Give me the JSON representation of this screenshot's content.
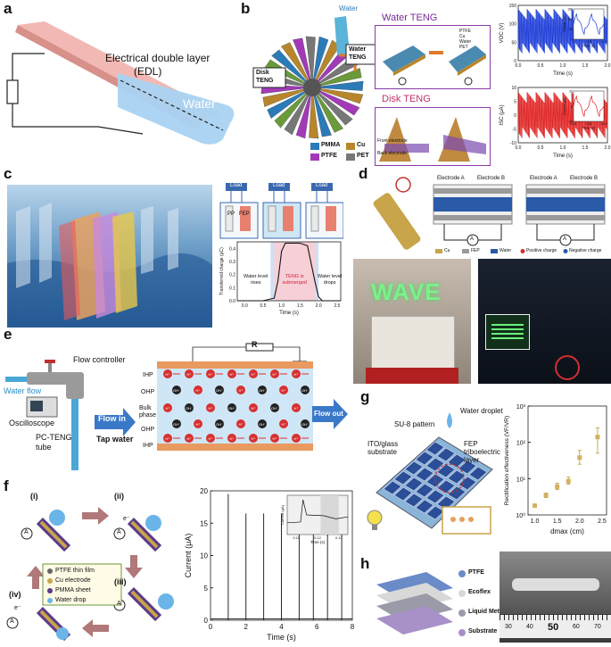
{
  "panels": {
    "a": {
      "label": "a",
      "edl_line1": "Electrical double layer",
      "edl_line2": "(EDL)",
      "water": "Water"
    },
    "b": {
      "label": "b",
      "water_top": "Water",
      "disk_teng_tag": "Disk\nTENG",
      "water_teng_tag": "Water\nTENG",
      "water_teng_title": "Water TENG",
      "disk_teng_title": "Disk TENG",
      "legend": [
        "PMMA",
        "Cu",
        "PTFE",
        "PET"
      ],
      "inset_legend": [
        "PTFE",
        "Cu",
        "Water",
        "PET"
      ],
      "disk_inset_labels": [
        "Front electrode",
        "Back electrode"
      ],
      "voc": {
        "ylabel": "VOC (V)",
        "xlabel": "Time (s)",
        "yticks": [
          "150",
          "100",
          "50",
          "0"
        ],
        "xticks": [
          "0.0",
          "0.5",
          "1.0",
          "1.5",
          "2.0"
        ],
        "inset_ylabel": "Voltage (V)",
        "inset_xlabel": "Time (s)",
        "inset_yticks": [
          "150",
          "100",
          "50",
          "0"
        ],
        "inset_xticks": [
          "0",
          "0.03",
          "0.07"
        ]
      },
      "isc": {
        "ylabel": "ISC (μA)",
        "xlabel": "Time (s)",
        "yticks": [
          "10",
          "5",
          "0",
          "-5",
          "-10"
        ],
        "xticks": [
          "0.0",
          "0.5",
          "1.0",
          "1.5",
          "2.0"
        ],
        "inset_ylabel": "Current (μA)",
        "inset_xlabel": "Time (s)",
        "inset_yticks": [
          "20",
          "0",
          "-20"
        ],
        "inset_xticks": [
          "0.01",
          "0.02",
          "0.03"
        ]
      }
    },
    "c": {
      "label": "c",
      "load": "Load",
      "pp": "PP",
      "fep": "FEP",
      "ylabel": "Transferred charge (μC)",
      "xlabel": "Time (s)",
      "yticks": [
        "0.4",
        "0.3",
        "0.2",
        "0.1",
        "0.0"
      ],
      "xticks": [
        "0.0",
        "0.5",
        "1.0",
        "1.5",
        "2.0",
        "2.5"
      ],
      "rises": "Water level\nrises",
      "submerged": "TENG is\nsubmerged",
      "drops": "Water level\ndrops"
    },
    "d": {
      "label": "d",
      "electrode_a": "Electrode A",
      "electrode_b": "Electrode B",
      "legend": [
        "Cu",
        "FEP",
        "Water",
        "Positive charge",
        "Negative charge"
      ],
      "wave_word": "WAVE",
      "meter": "A"
    },
    "e": {
      "label": "e",
      "flow_controller": "Flow controller",
      "water_flow": "Water flow",
      "oscilloscope": "Oscilloscope",
      "pc_teng_tube": "PC-TENG\ntube",
      "flow_in": "Flow in",
      "tap_water": "Tap water",
      "flow_out": "Flow out",
      "resistor": "R",
      "layers": [
        "IHP",
        "OHP",
        "Bulk\nphase",
        "OHP",
        "IHP"
      ],
      "h_ion": "H⁺",
      "oh_ion": "OH⁻"
    },
    "f": {
      "label": "f",
      "steps": [
        "(i)",
        "(ii)",
        "(iii)",
        "(iv)"
      ],
      "legend": [
        "PTFE thin film",
        "Cu electrode",
        "PMMA sheet",
        "Water drop"
      ],
      "meter": "A",
      "electron": "e⁻",
      "ylabel": "Current (μA)",
      "xlabel": "Time (s)",
      "yticks": [
        "20",
        "15",
        "10",
        "5",
        "0"
      ],
      "xticks": [
        "0",
        "2",
        "4",
        "6",
        "8"
      ],
      "inset_ylabel": "Current (μA)",
      "inset_xlabel": "Time (s)",
      "inset_xticks": [
        "0.11",
        "0.12",
        "0.13"
      ]
    },
    "g": {
      "label": "g",
      "su8": "SU-8 pattern",
      "water_droplet": "Water droplet",
      "ito": "ITO/glass\nsubstrate",
      "fep": "FEP\ntriboelectric\nlayer",
      "ylabel": "Rectification effectiveness (VF/VR)",
      "xlabel": "dmax (cm)",
      "xticks": [
        "1.0",
        "1.5",
        "2.0",
        "2.5"
      ],
      "yticks": [
        "10³",
        "10²",
        "10¹",
        "10⁰"
      ]
    },
    "h": {
      "label": "h",
      "legend": [
        "PTFE",
        "Ecoflex",
        "Liquid Metal",
        "Substrate"
      ],
      "ruler_numbers": [
        "30",
        "40",
        "50",
        "60",
        "70"
      ]
    }
  },
  "chart_data": [
    {
      "type": "line",
      "title": "",
      "ylabel": "VOC (V)",
      "xlabel": "Time (s)",
      "xlim": [
        0,
        2.0
      ],
      "ylim": [
        0,
        150
      ],
      "series": [
        {
          "values_range": [
            20,
            140
          ]
        }
      ]
    },
    {
      "type": "line",
      "title": "",
      "ylabel": "ISC (μA)",
      "xlabel": "Time (s)",
      "xlim": [
        0,
        2.0
      ],
      "ylim": [
        -12,
        12
      ],
      "series": [
        {
          "values_range": [
            -10,
            10
          ]
        }
      ]
    },
    {
      "type": "line",
      "title": "",
      "ylabel": "Transferred charge (μC)",
      "xlabel": "Time (s)",
      "xlim": [
        -0.2,
        2.6
      ],
      "ylim": [
        0,
        0.45
      ],
      "x": [
        -0.2,
        0.0,
        0.5,
        0.8,
        0.9,
        1.0,
        1.1,
        1.5,
        1.7,
        1.9,
        2.0,
        2.1,
        2.6
      ],
      "y": [
        0.0,
        0.0,
        0.0,
        0.02,
        0.15,
        0.38,
        0.44,
        0.44,
        0.42,
        0.15,
        0.03,
        0.0,
        0.0
      ]
    },
    {
      "type": "line",
      "title": "",
      "ylabel": "Current (μA)",
      "xlabel": "Time (s)",
      "xlim": [
        0,
        8
      ],
      "ylim": [
        0,
        20
      ],
      "spikes_x": [
        1.0,
        2.0,
        3.0,
        4.0,
        5.0,
        5.8,
        6.6,
        7.4
      ],
      "spikes_y": [
        19.5,
        16.5,
        16.5,
        16.5,
        16.5,
        16.5,
        16.5,
        16.5
      ]
    },
    {
      "type": "scatter",
      "title": "",
      "ylabel": "Rectification effectiveness (VF/VR)",
      "xlabel": "dmax (cm)",
      "xlim": [
        0.85,
        2.6
      ],
      "ylog": true,
      "ylim": [
        1,
        1000
      ],
      "x": [
        1.0,
        1.25,
        1.5,
        1.75,
        2.0,
        2.4
      ],
      "y": [
        1.8,
        3.5,
        6.0,
        8.5,
        38,
        140
      ],
      "err_low": [
        1.65,
        3.0,
        5.0,
        7.0,
        25,
        50
      ],
      "err_high": [
        2.0,
        4.0,
        7.5,
        11,
        60,
        250
      ]
    }
  ]
}
